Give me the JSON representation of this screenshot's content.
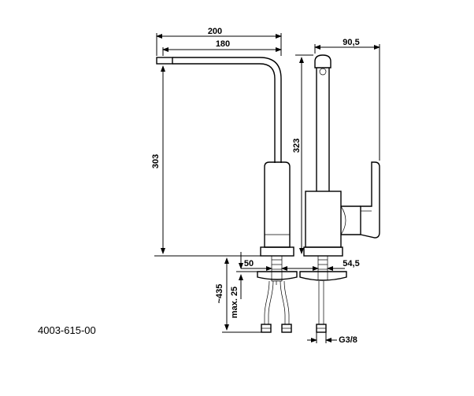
{
  "product_code": "4003-615-00",
  "dimensions": {
    "d200": "200",
    "d180": "180",
    "d90_5": "90,5",
    "d303": "303",
    "d323": "323",
    "d50": "50",
    "d54_5": "54,5",
    "d435": "~435",
    "dmax25": "max. 25",
    "thread": "G3/8"
  }
}
